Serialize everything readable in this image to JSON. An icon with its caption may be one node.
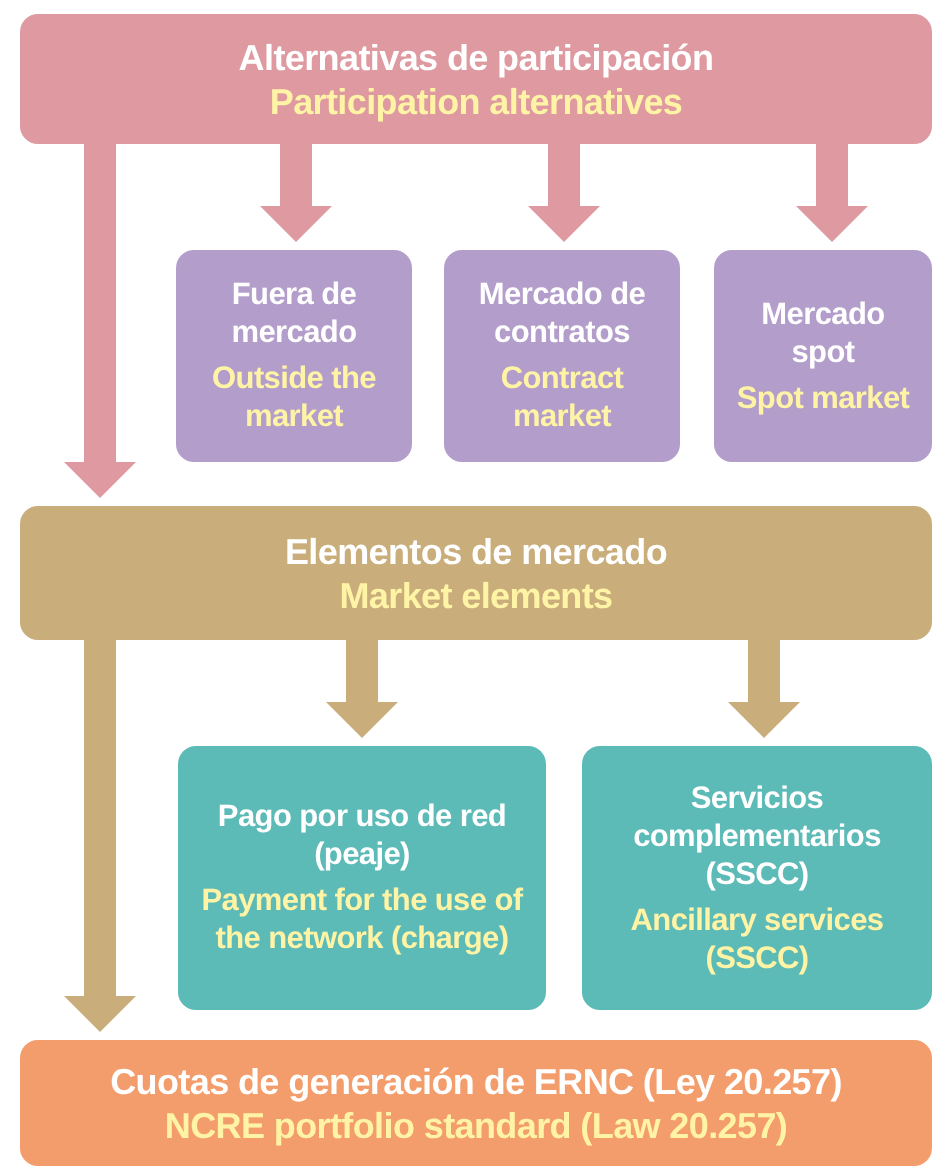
{
  "diagram": {
    "nodes": [
      {
        "text": [
          "Alternativas de participación",
          "Participation alternatives"
        ]
      },
      {
        "text": [
          "Fuera de mercado",
          "Outside the market"
        ]
      },
      {
        "text": [
          "Mercado de contratos",
          "Contract market"
        ]
      },
      {
        "text": [
          "Mercado spot",
          "Spot market"
        ]
      },
      {
        "text": [
          "Elementos de mercado",
          "Market elements"
        ]
      },
      {
        "text": [
          "Pago por uso de red (peaje)",
          "Payment for the use of the network (charge)"
        ]
      },
      {
        "text": [
          "Servicios complementarios (SSCC)",
          "Ancillary services (SSCC)"
        ]
      },
      {
        "text": [
          "Cuotas de generación de ERNC (Ley 20.257)",
          "NCRE portfolio standard (Law 20.257)"
        ]
      }
    ],
    "edges": [
      {
        "from": 0,
        "to": 4,
        "arrow": "to"
      },
      {
        "from": 0,
        "to": 1,
        "arrow": "to"
      },
      {
        "from": 0,
        "to": 2,
        "arrow": "to"
      },
      {
        "from": 0,
        "to": 3,
        "arrow": "to"
      },
      {
        "from": 4,
        "to": 7,
        "arrow": "to",
        "color": "#c9ae7c"
      },
      {
        "from": 4,
        "to": 5,
        "arrow": "to",
        "color": "#c9ae7c"
      },
      {
        "from": 4,
        "to": 6,
        "arrow": "to",
        "color": "#c9ae7c"
      }
    ]
  }
}
